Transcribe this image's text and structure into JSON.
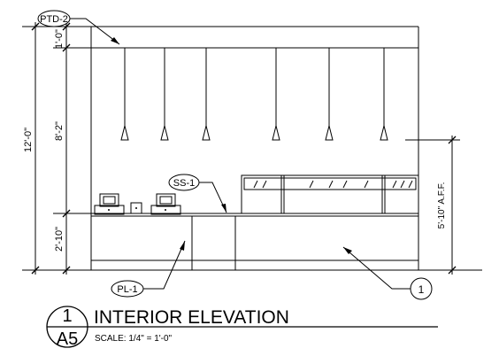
{
  "drawing": {
    "title": "INTERIOR ELEVATION",
    "scale": "SCALE:  1/4\" = 1'-0\"",
    "sheet": {
      "number": "1",
      "sheet_id": "A5"
    },
    "dimensions": {
      "overall": "12'-0\"",
      "top": "1'-0\"",
      "middle": "8'-2\"",
      "bottom": "2'-10\"",
      "right": "5'-10\" A.F.F."
    },
    "tags": {
      "ptd": "PTD-2",
      "ss": "SS-1",
      "pl": "PL-1",
      "detail": "1"
    }
  }
}
